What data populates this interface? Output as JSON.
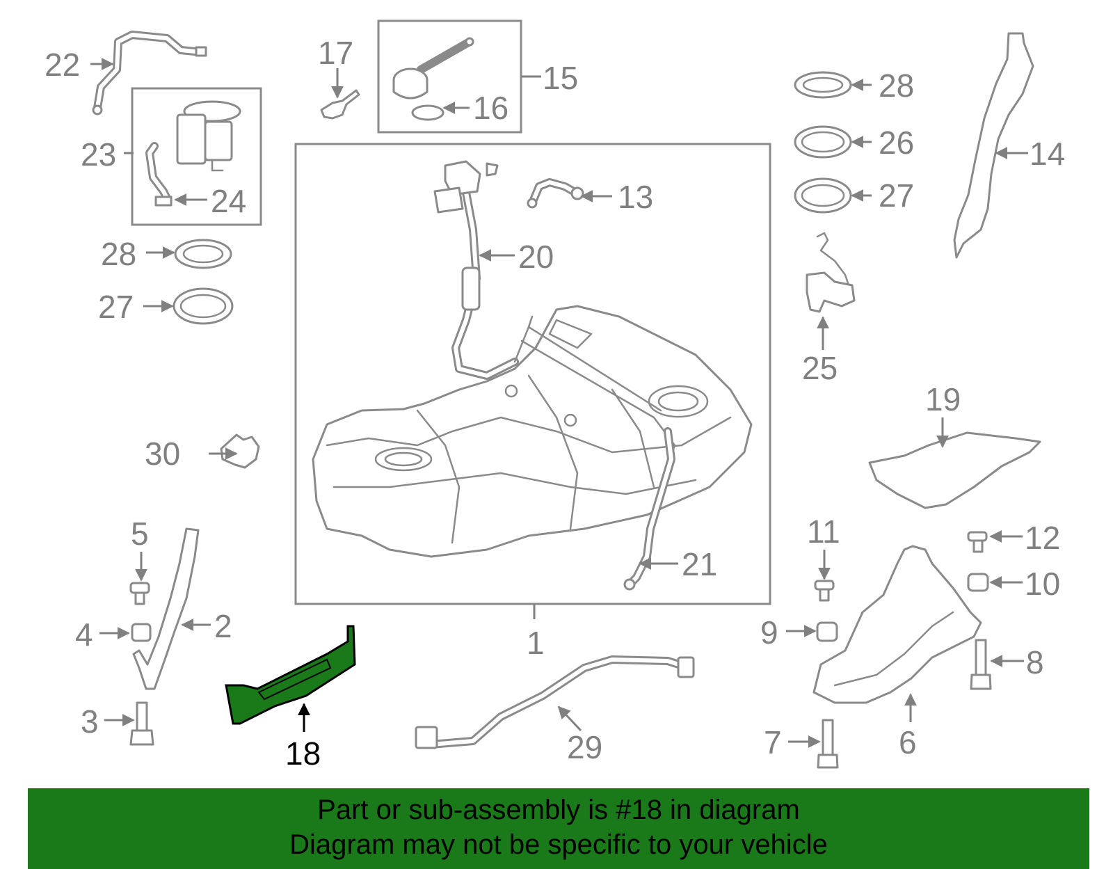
{
  "diagram": {
    "highlight_color": "#1a7a1a",
    "line_color": "#8a8a8a",
    "labels": [
      "1",
      "2",
      "3",
      "4",
      "5",
      "6",
      "7",
      "8",
      "9",
      "10",
      "11",
      "12",
      "13",
      "14",
      "15",
      "16",
      "17",
      "18",
      "19",
      "20",
      "21",
      "22",
      "23",
      "24",
      "25",
      "26",
      "27",
      "28",
      "27",
      "28",
      "29",
      "30"
    ],
    "highlighted_label": "18"
  },
  "banner": {
    "line1": "Part or sub-assembly is #18 in diagram",
    "line2": "Diagram may not be specific to your vehicle",
    "background": "#1a7a1a"
  }
}
